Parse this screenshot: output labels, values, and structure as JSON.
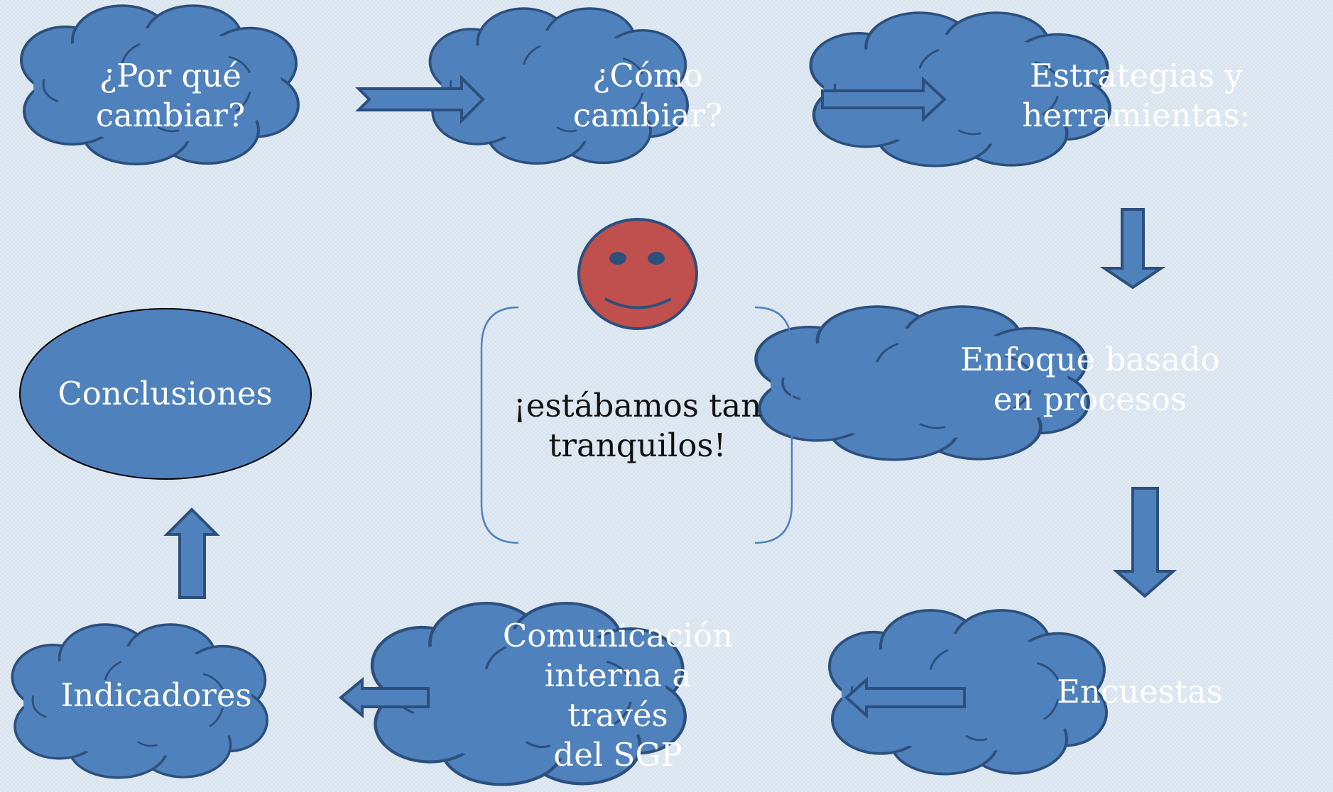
{
  "nodes": {
    "por_que": "¿Por qué\ncambiar?",
    "como": "¿Cómo\ncambiar?",
    "estrategias": "Estrategias  y\nherramientas:",
    "enfoque": "Enfoque basado\nen procesos",
    "encuestas": "Encuestas",
    "comunicacion": "Comunicación\ninterna a través\ndel SGP",
    "indicadores": "Indicadores",
    "conclusiones": "Conclusiones"
  },
  "center_note": "¡estábamos tan\ntranquilos!",
  "colors": {
    "cloud_fill": "#4f81bd",
    "cloud_outline": "#2c4f7c",
    "smiley_fill": "#c0504d",
    "background": "#d8e4ef"
  }
}
